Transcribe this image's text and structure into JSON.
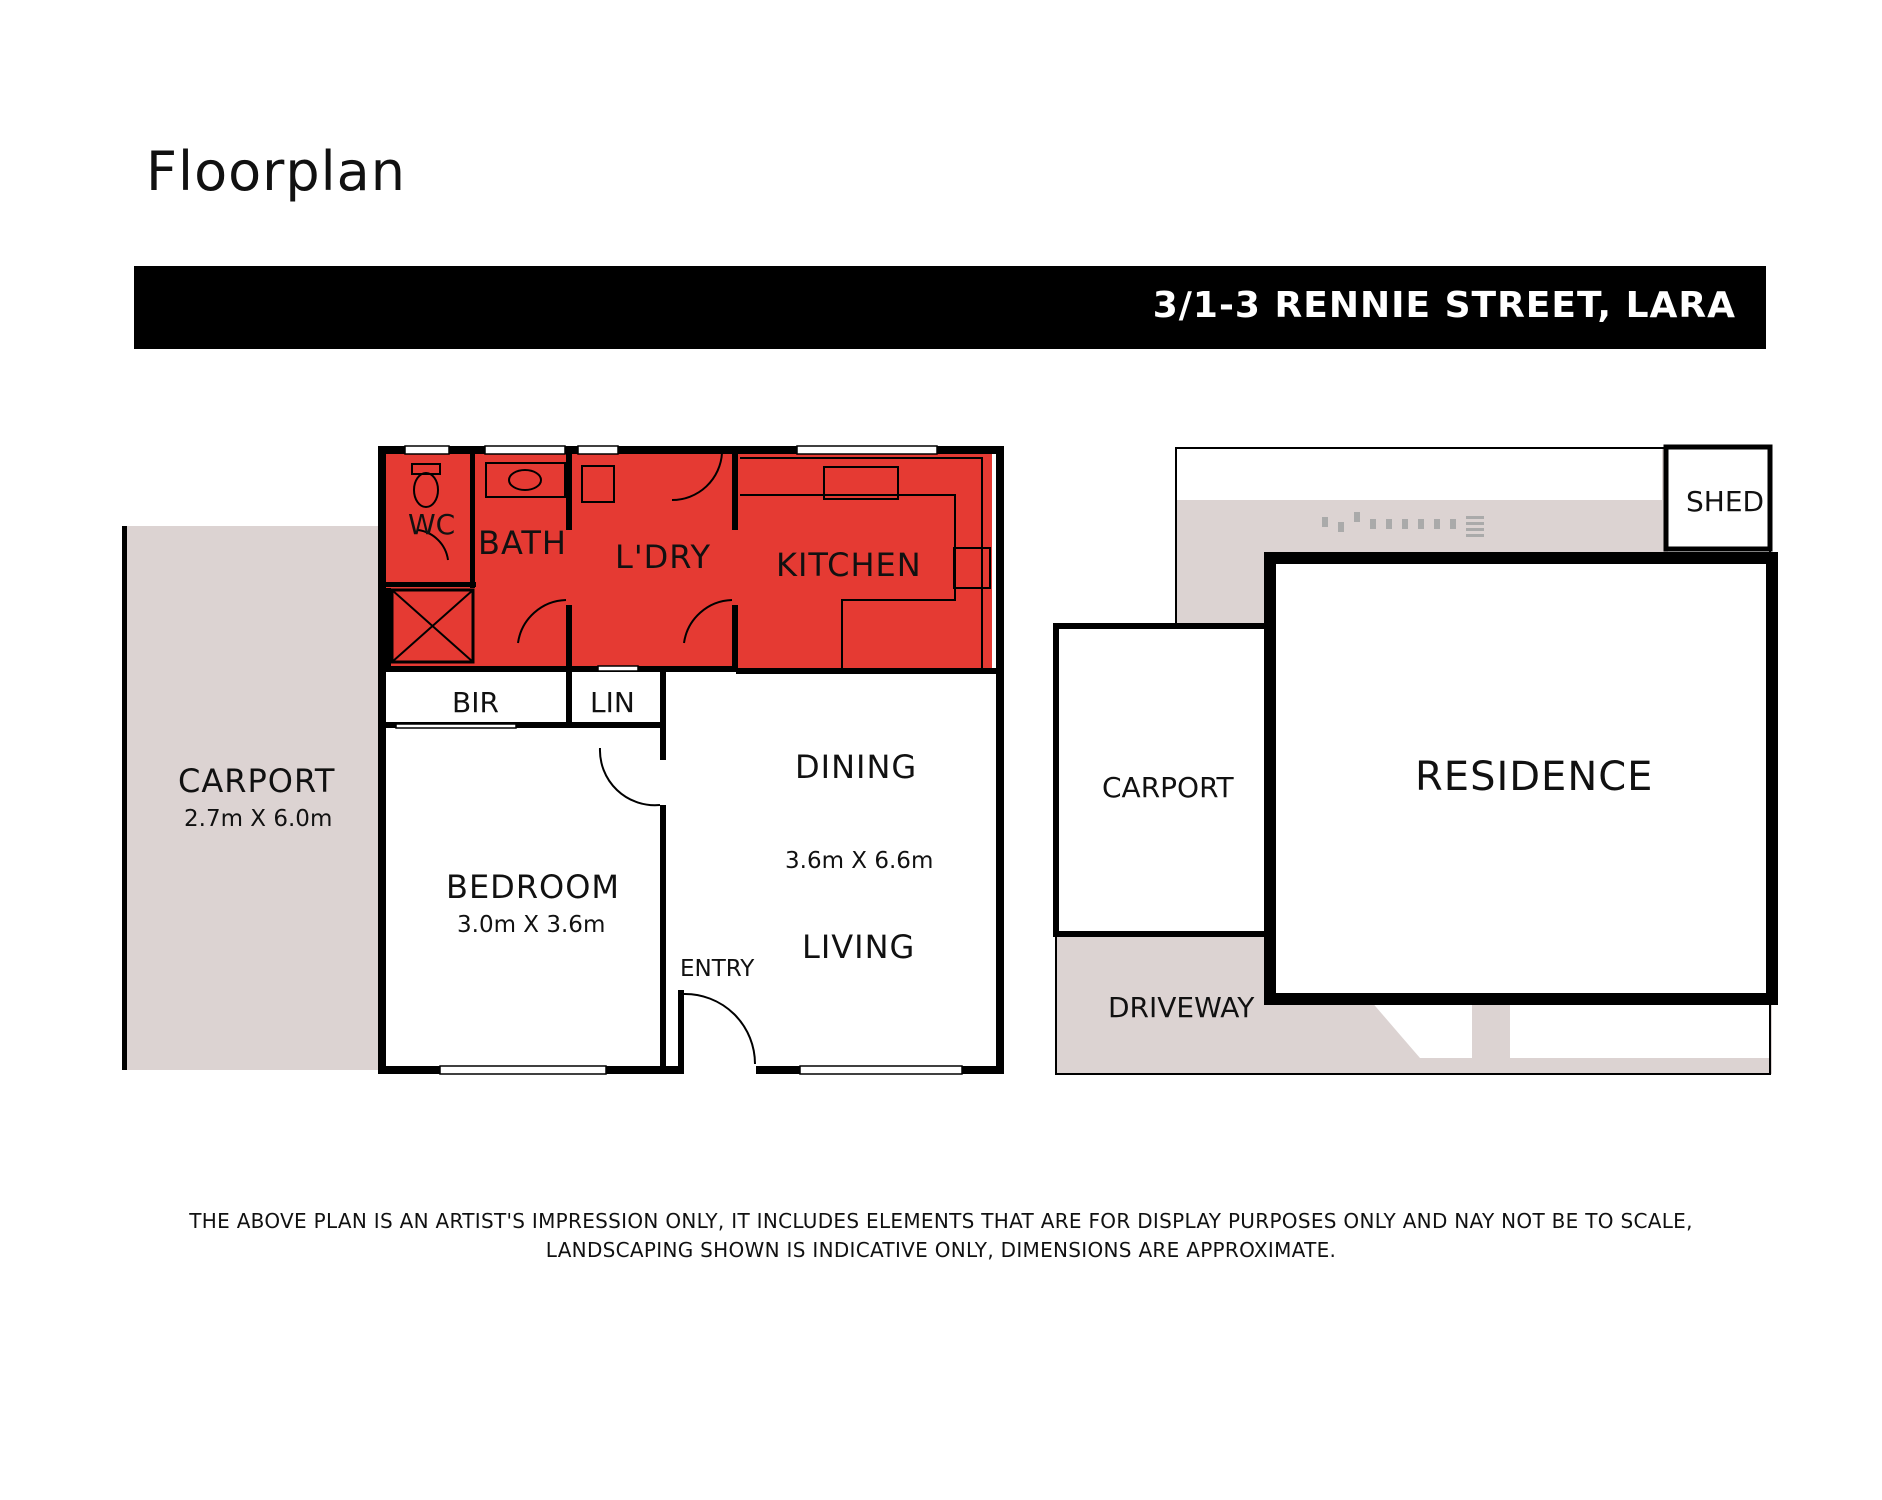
{
  "header": {
    "title": "Floorplan",
    "address": "3/1-3 RENNIE STREET, LARA"
  },
  "floorplan": {
    "rooms": {
      "wc": "WC",
      "bath": "BATH",
      "laundry": "L'DRY",
      "kitchen": "KITCHEN",
      "bir": "BIR",
      "lin": "LIN",
      "dining": "DINING",
      "living": "LIVING",
      "living_dims": "3.6m X 6.6m",
      "bedroom": "BEDROOM",
      "bedroom_dims": "3.0m X 3.6m",
      "entry": "ENTRY",
      "carport": "CARPORT",
      "carport_dims": "2.7m X 6.0m"
    },
    "colors": {
      "wet_areas": "#e53a33",
      "outdoor": "#dcd3d2",
      "walls": "#000000"
    }
  },
  "site_plan": {
    "shed": "SHED",
    "carport": "CARPORT",
    "residence": "RESIDENCE",
    "driveway": "DRIVEWAY"
  },
  "disclaimer": {
    "line1": "THE ABOVE PLAN IS AN ARTIST'S IMPRESSION ONLY, IT INCLUDES ELEMENTS THAT ARE FOR DISPLAY PURPOSES ONLY AND NAY NOT BE TO SCALE,",
    "line2": "LANDSCAPING SHOWN IS INDICATIVE ONLY, DIMENSIONS ARE APPROXIMATE."
  }
}
